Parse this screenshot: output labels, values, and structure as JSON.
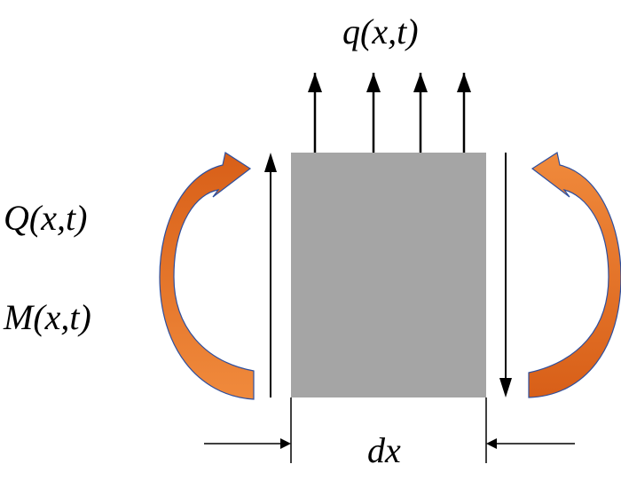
{
  "labels": {
    "distributed_load": "q(x,t)",
    "shear_force": "Q(x,t)",
    "bending_moment": "M(x,t)",
    "element_length": "dx"
  },
  "colors": {
    "element_fill": "#a5a5a5",
    "moment_arrow_light": "#f08a3c",
    "moment_arrow_dark": "#d85f18",
    "moment_arrow_edge": "#2e4f9e",
    "line": "#000000"
  },
  "icons": {
    "load": "arrow-up-icon",
    "shear_left": "arrow-up-icon",
    "shear_right": "arrow-down-icon",
    "moment_left": "curved-arrow-clockwise-icon",
    "moment_right": "curved-arrow-counterclockwise-icon"
  }
}
